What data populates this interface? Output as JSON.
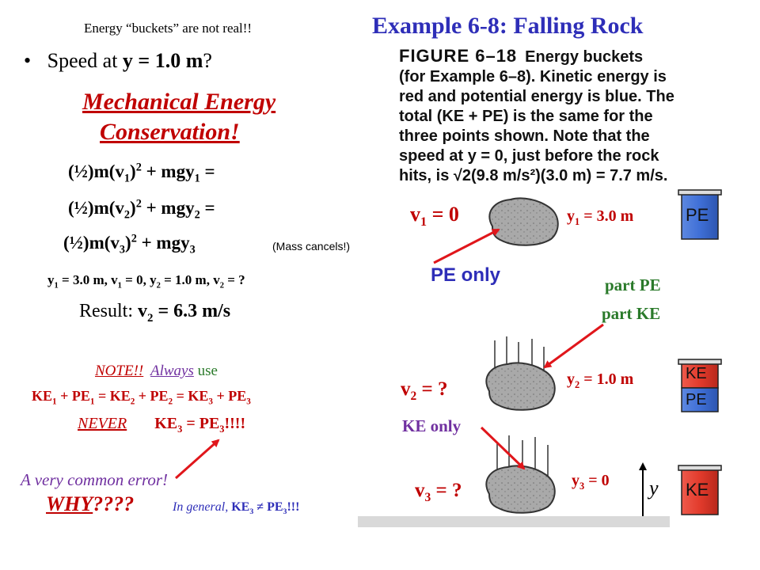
{
  "header": {
    "note": "Energy “buckets” are not real!!",
    "title": "Example 6-8: Falling Rock"
  },
  "left": {
    "bullet": "•",
    "question": {
      "prefix": "Speed at ",
      "var": "y = 1.0 m",
      "suffix": "?"
    },
    "heading_line1": "Mechanical Energy",
    "heading_line2": "Conservation!",
    "eq1": {
      "a": "(½)m(v",
      "a_sub": "1",
      "a_sup": "2",
      "b": " + mgy",
      "b_sub": "1",
      "c": " ="
    },
    "eq2": {
      "a": "(½)m(v",
      "a_sub": "2",
      "a_sup": "2",
      "b": " + mgy",
      "b_sub": "2",
      "c": " ="
    },
    "eq3": {
      "a": "(½)m(v",
      "a_sub": "3",
      "a_sup": "2",
      "b": " + mgy",
      "b_sub": "3",
      "note": "(Mass cancels!)"
    },
    "given": {
      "p1": "y",
      "s1": "1",
      "p2": " = 3.0 m, v",
      "s2": "1",
      "p3": " = 0, y",
      "s3": "2",
      "p4": " = 1.0 m, v",
      "s4": "2",
      "p5": " = ?"
    },
    "result": {
      "label": "Result: ",
      "v": "v",
      "v_sub": "2",
      "value": " = 6.3 m/s"
    },
    "note_block": {
      "note": "NOTE!!",
      "always": "Always",
      "use": " use",
      "ke_line": {
        "t1": "KE",
        "s1": "1",
        "t2": " + PE",
        "s2": "1",
        "t3": " = KE",
        "s3": "2",
        "t4": " + PE",
        "s4": "2",
        "t5": " = KE",
        "s5": "3",
        "t6": " + PE",
        "s6": "3"
      },
      "never": "NEVER",
      "never_eq": {
        "t1": "KE",
        "s1": "3",
        "t2": " = PE",
        "s2": "3",
        "t3": "!!!!"
      }
    },
    "error_text": "A very common error!",
    "why": "WHY",
    "why_q": "????",
    "in_general": {
      "t1": "In general, ",
      "t2": "KE",
      "s2": "3",
      "t3": " ≠ PE",
      "s3": "3",
      "t4": "!!!"
    }
  },
  "figure": {
    "caption_label": "FIGURE 6–18",
    "caption_lines": [
      "Energy buckets",
      "(for Example 6–8). Kinetic energy is",
      "red and potential energy is blue. The",
      "total (KE + PE) is the same for the",
      "three points shown. Note that the",
      "speed at y = 0, just before the rock",
      "hits, is √2(9.8 m/s²)(3.0 m) = 7.7 m/s."
    ],
    "pos1": {
      "v": "v",
      "v_sub": "1",
      "v_val": " = 0",
      "y": "y",
      "y_sub": "1",
      "y_val": " = 3.0 m",
      "bucket": "PE"
    },
    "pe_only": "PE only",
    "part_pe": "part PE",
    "part_ke": "part KE",
    "pos2": {
      "v": "v",
      "v_sub": "2",
      "v_val": " = ?",
      "y": "y",
      "y_sub": "2",
      "y_val": " = 1.0 m",
      "bucket_top": "KE",
      "bucket_bottom": "PE"
    },
    "ke_only": "KE only",
    "pos3": {
      "v": "v",
      "v_sub": "3",
      "v_val": " = ?",
      "y": "y",
      "y_sub": "3",
      "y_val": " = 0",
      "bucket": "KE"
    },
    "axis_label": "y",
    "colors": {
      "pe": "#3f6fd6",
      "ke": "#e23b2c",
      "arrow": "#e0161b",
      "rock": "#a9a9a9"
    }
  }
}
